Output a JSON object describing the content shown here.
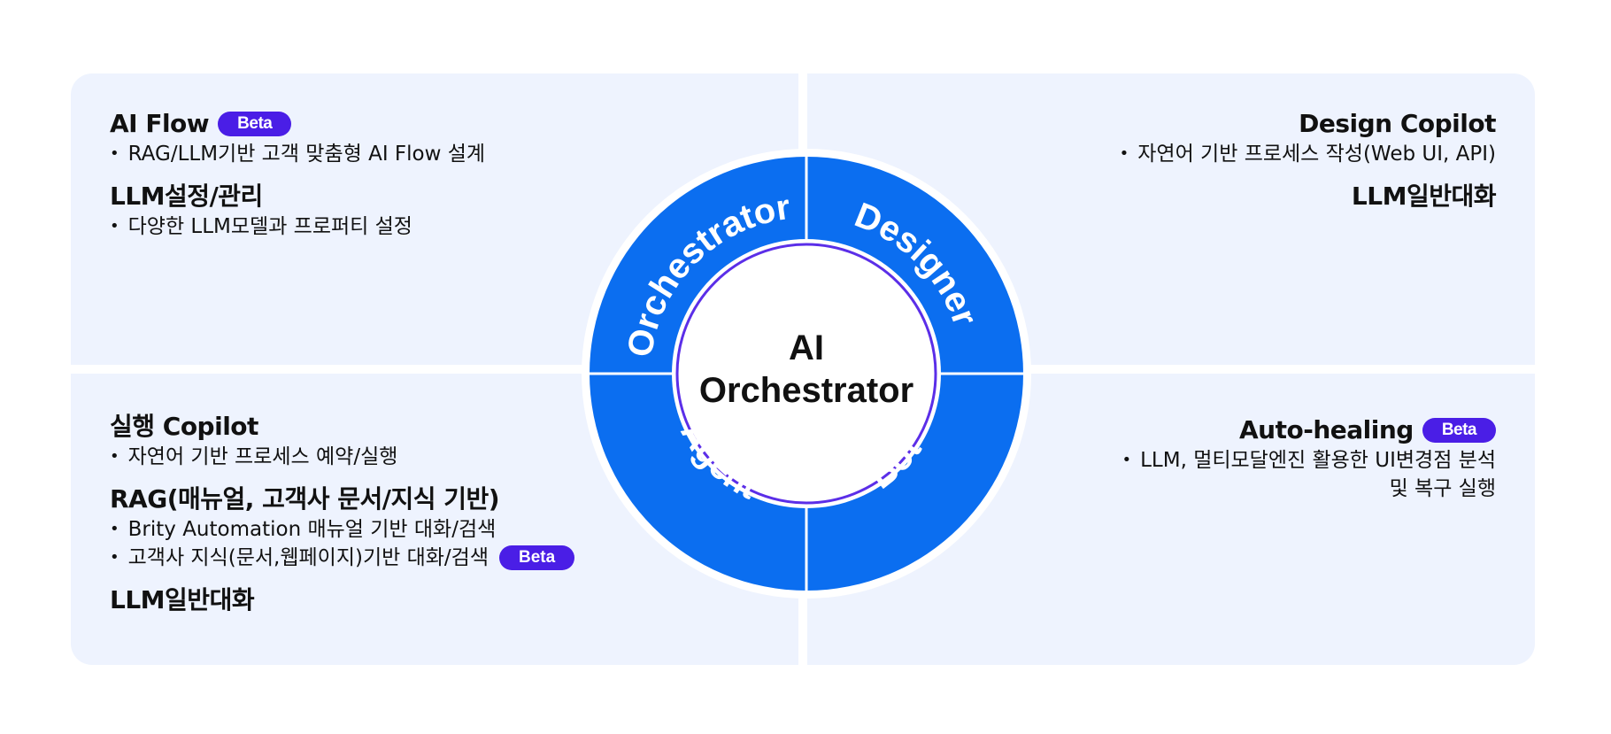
{
  "colors": {
    "panel": "#eef3fe",
    "ring": "#0b6ef0",
    "badge": "#4a1ee6",
    "inner_ring": "#5b2ee8"
  },
  "center": {
    "line1": "AI",
    "line2": "Orchestrator"
  },
  "ring_labels": {
    "top_left": "Orchestrator",
    "top_right": "Designer",
    "bottom_left": "Agent",
    "bottom_right": "Bot"
  },
  "badge_label": "Beta",
  "top_left": {
    "heading1": "AI Flow",
    "bullet1": "RAG/LLM기반 고객 맞춤형 AI Flow 설계",
    "heading2": "LLM설정/관리",
    "bullet2": "다양한 LLM모델과 프로퍼티 설정"
  },
  "top_right": {
    "heading1": "Design Copilot",
    "bullet1": "자연어 기반 프로세스 작성(Web UI, API)",
    "heading2": "LLM일반대화"
  },
  "bottom_left": {
    "heading1": "실행 Copilot",
    "bullet1": "자연어 기반 프로세스 예약/실행",
    "heading2": "RAG(매뉴얼, 고객사 문서/지식 기반)",
    "bullet2": "Brity Automation 매뉴얼 기반 대화/검색",
    "bullet3": "고객사 지식(문서,웹페이지)기반 대화/검색",
    "heading3": "LLM일반대화"
  },
  "bottom_right": {
    "heading1": "Auto-healing",
    "bullet1_line1": "LLM, 멀티모달엔진 활용한 UI변경점 분석",
    "bullet1_line2": "및 복구 실행"
  }
}
